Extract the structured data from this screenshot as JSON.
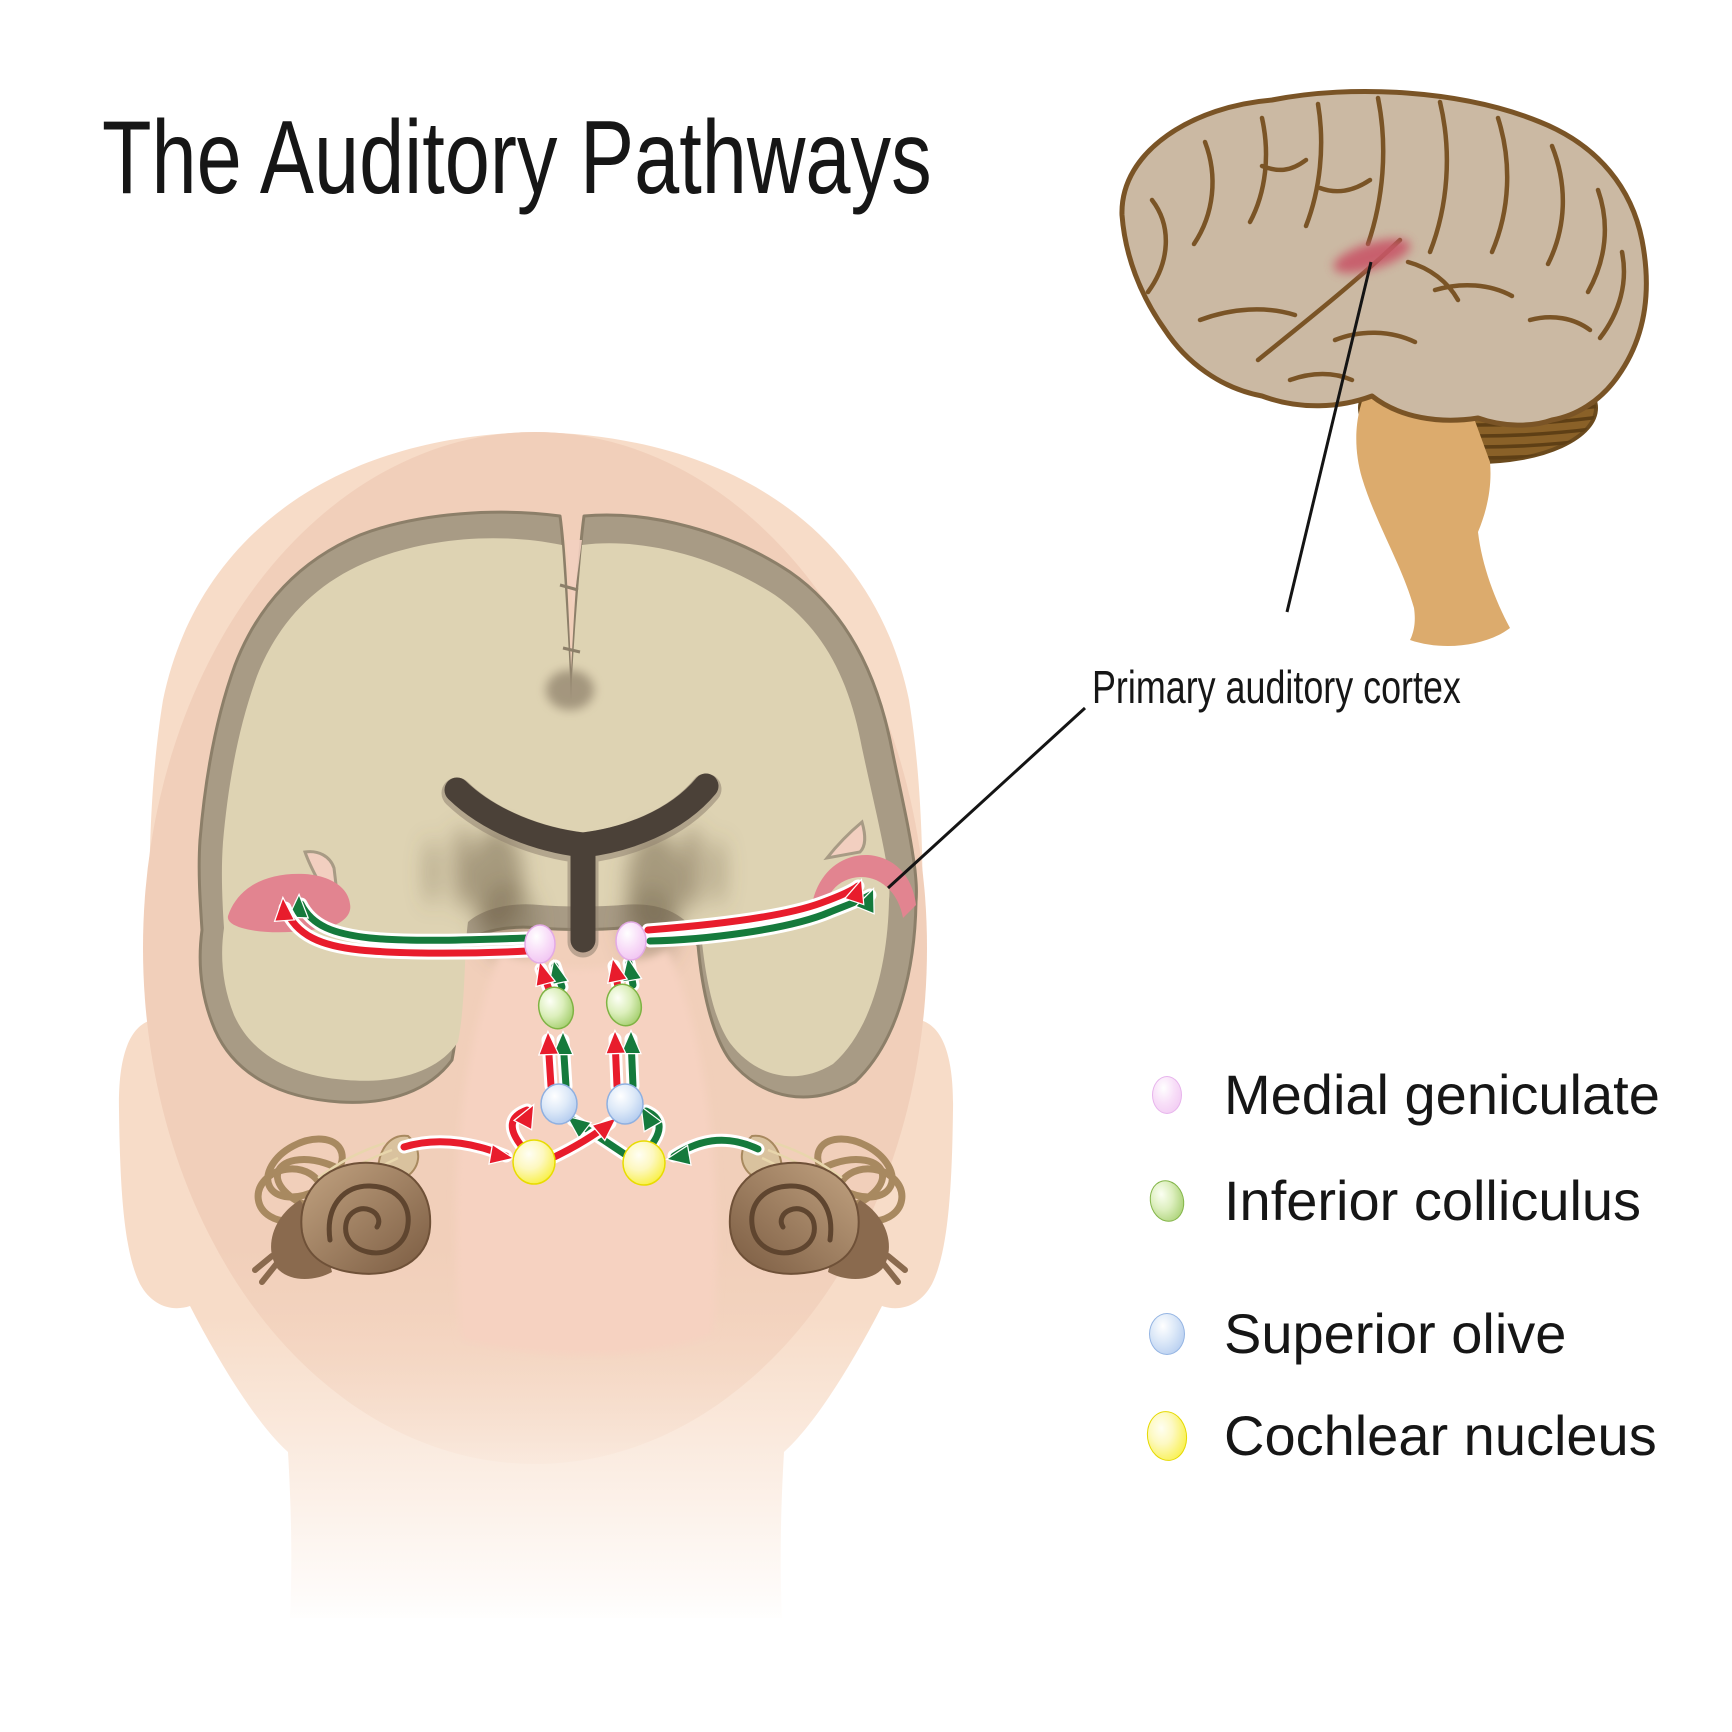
{
  "title": "The Auditory Pathways",
  "annotation": {
    "label": "Primary auditory cortex"
  },
  "legend": {
    "items": [
      {
        "label": "Medial geniculate",
        "color": "#efc3f1"
      },
      {
        "label": "Inferior colliculus",
        "color": "#94c556"
      },
      {
        "label": "Superior olive",
        "color": "#a7c3ed"
      },
      {
        "label": "Cochlear nucleus",
        "color": "#f7ed1b"
      }
    ]
  },
  "pathways": {
    "left_ear_pathway_color": "#e81c2c",
    "right_ear_pathway_color": "#157a3c"
  },
  "highlight": {
    "auditory_cortex_color": "#e28490"
  }
}
